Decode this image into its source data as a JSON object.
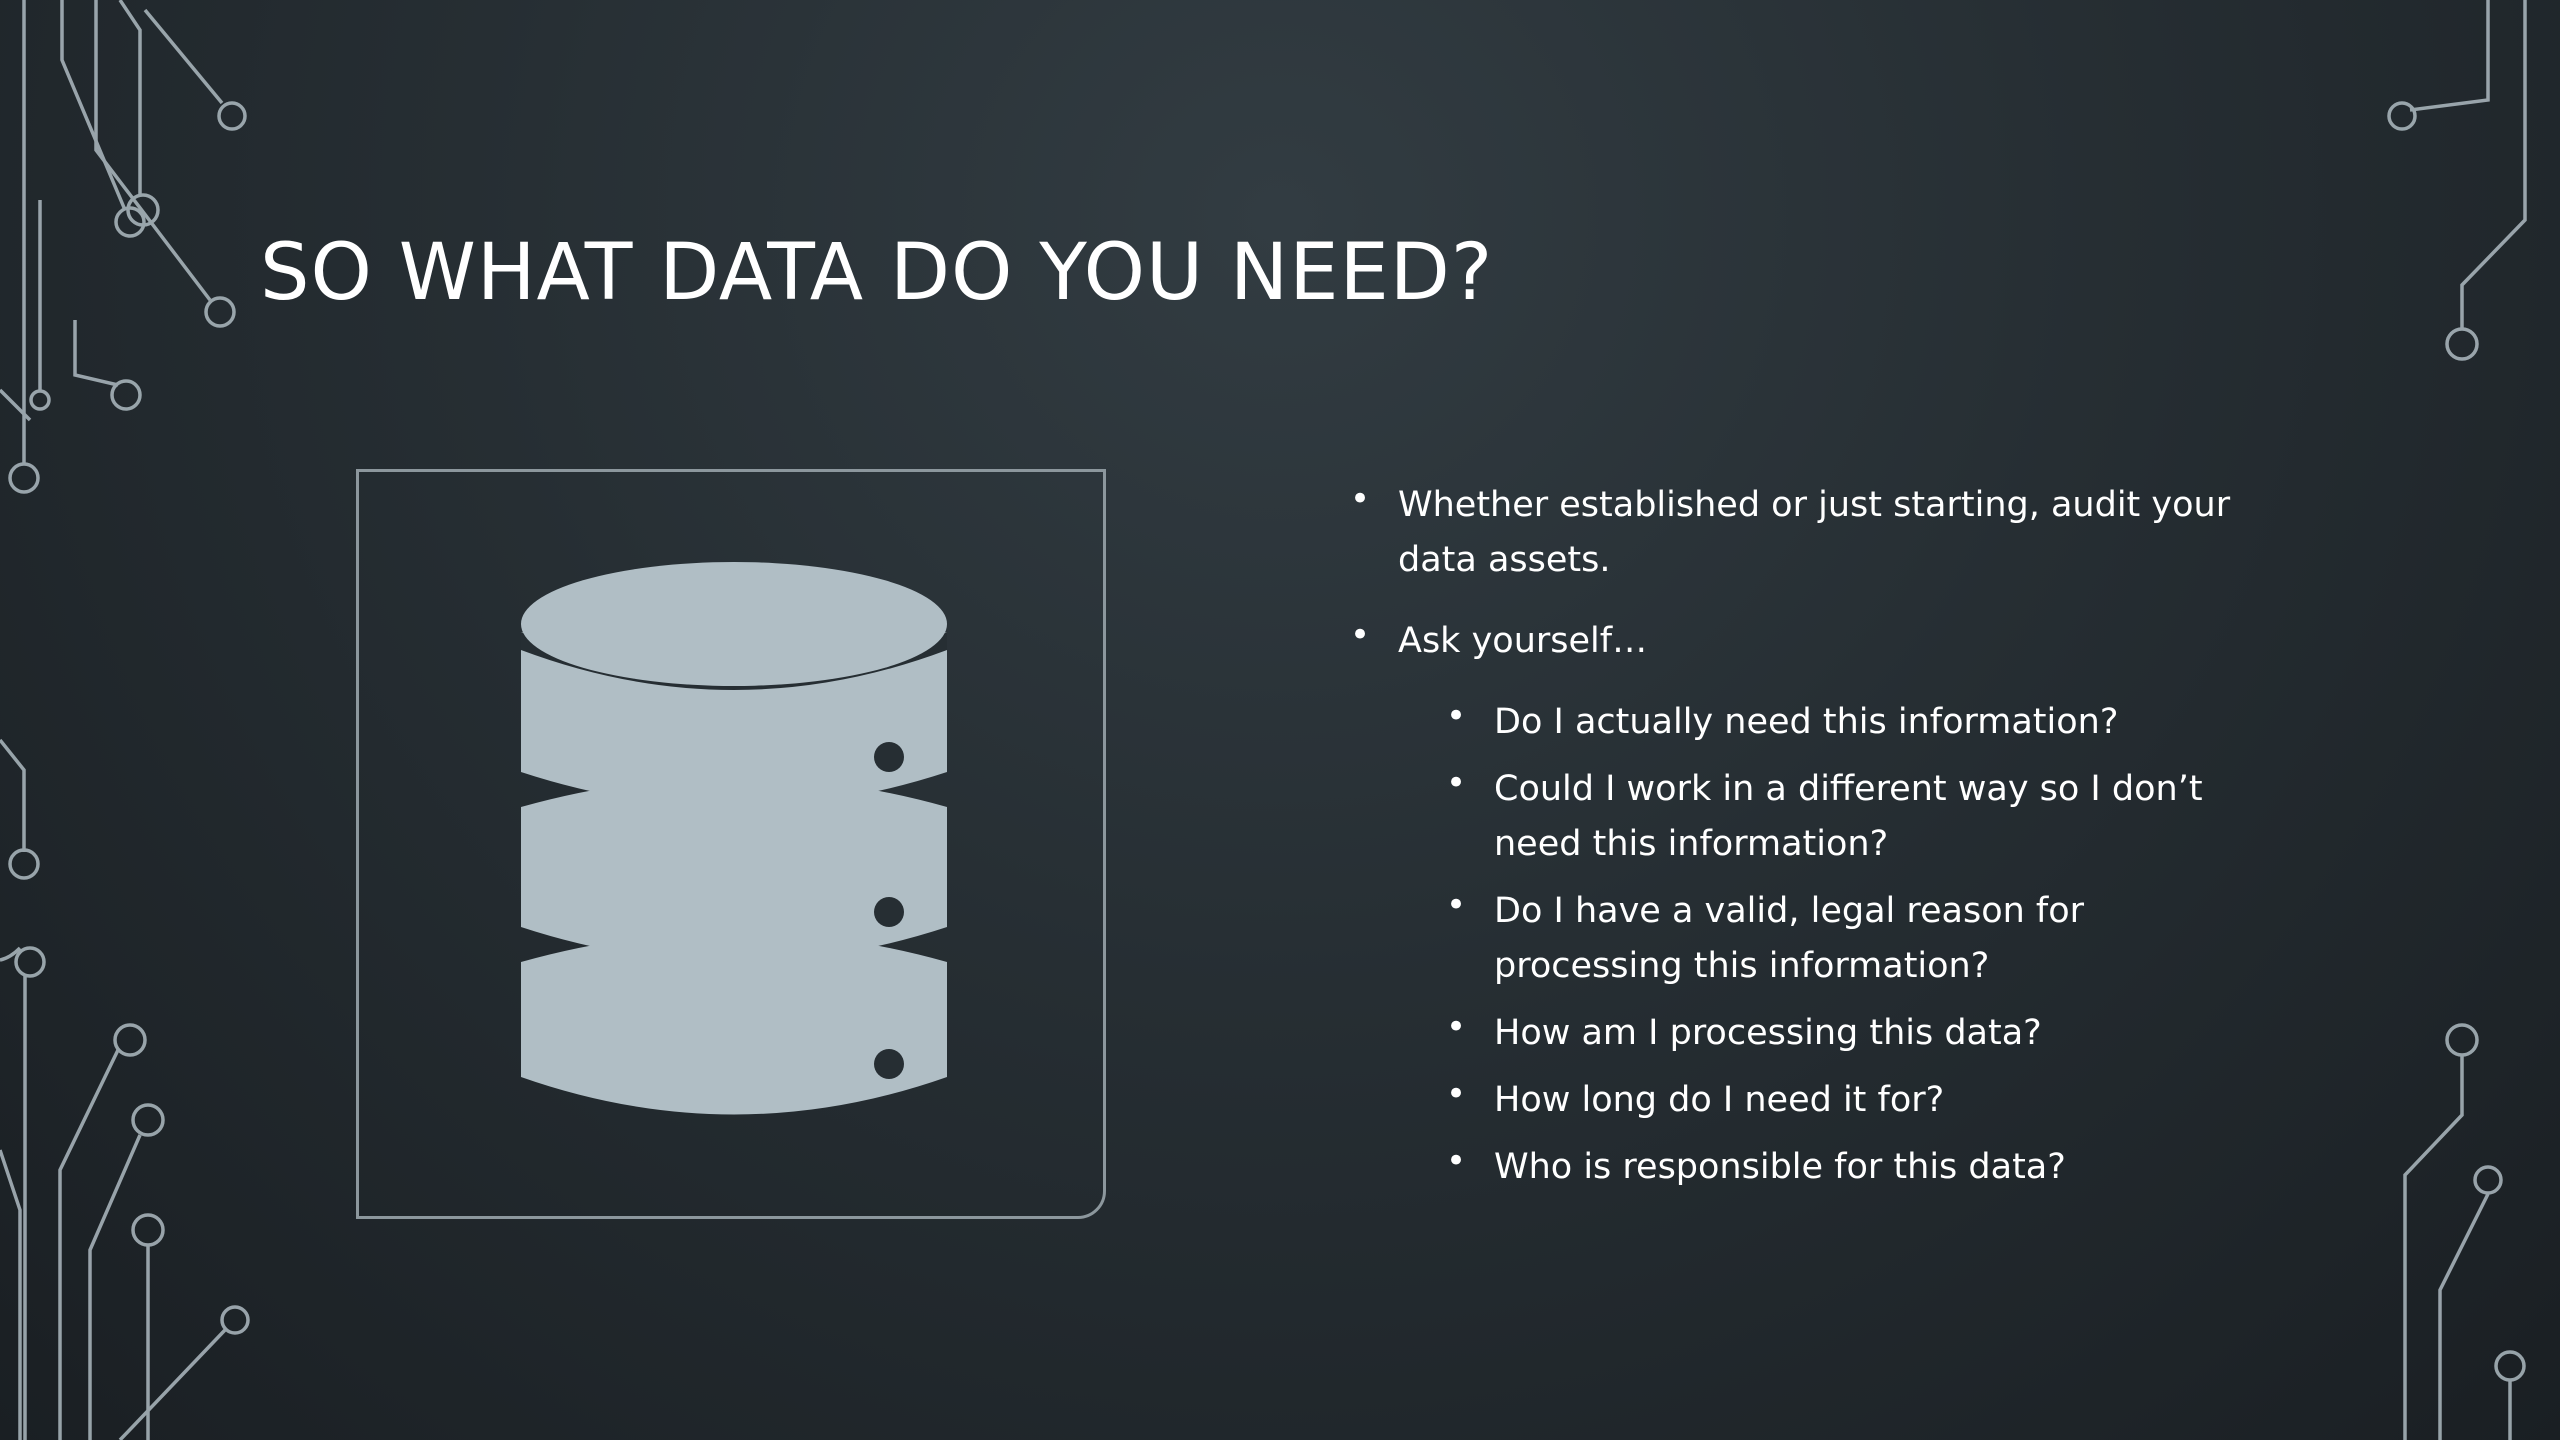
{
  "slide": {
    "title": "SO WHAT DATA DO YOU NEED?",
    "bullets": [
      "Whether established or just starting, audit your data assets.",
      "Ask yourself…"
    ],
    "sub_bullets": [
      "Do I actually need this information?",
      "Could I work in a different way so I don’t need this information?",
      "Do I have a valid, legal reason for processing this information?",
      "How am I processing this data?",
      "How long do I need it for?",
      "Who is responsible for this data?"
    ],
    "image": {
      "icon": "database-icon"
    }
  },
  "colors": {
    "background_center": "#323c42",
    "background_edge": "#1a1f23",
    "text": "#ffffff",
    "icon_fill": "#b0bec5",
    "frame_border": "#8c979d",
    "circuit_lines": "#b7c4cb"
  }
}
